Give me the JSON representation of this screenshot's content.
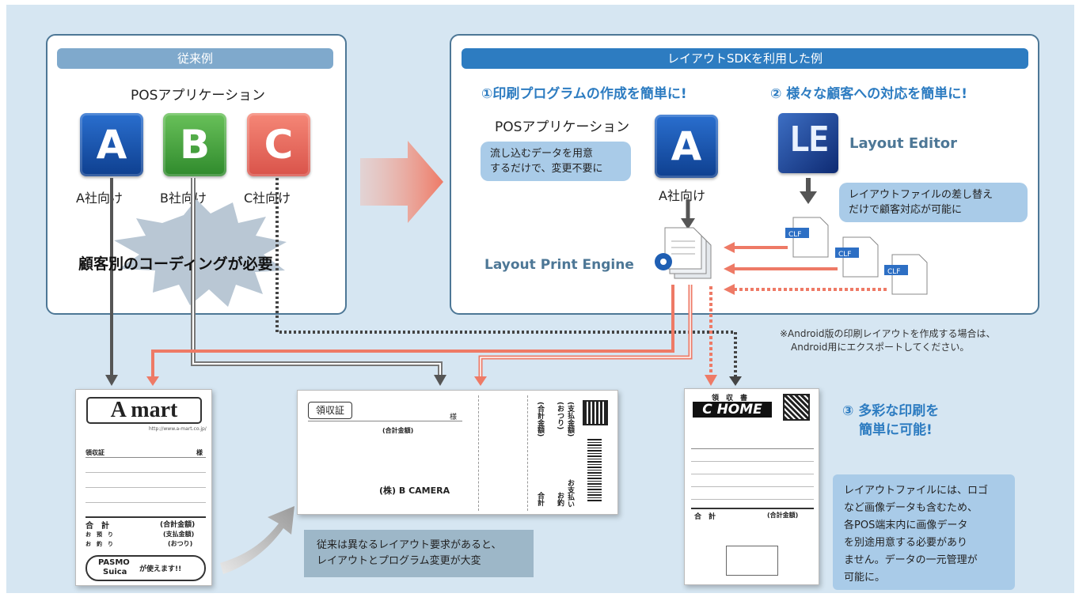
{
  "left_panel": {
    "header": "従来例",
    "app_label": "POSアプリケーション",
    "blocks": [
      {
        "letter": "A",
        "caption": "A社向け",
        "color": "#1e5cb8"
      },
      {
        "letter": "B",
        "caption": "B社向け",
        "color": "#45a83d"
      },
      {
        "letter": "C",
        "caption": "C社向け",
        "color": "#ee6a5c"
      }
    ],
    "burst_text": "顧客別のコーディングが必要"
  },
  "right_panel": {
    "header": "レイアウトSDKを利用した例",
    "point1": "①印刷プログラムの作成を簡単に!",
    "point2": "② 様々な顧客への対応を簡単に!",
    "app_label": "POSアプリケーション",
    "bubble1": [
      "流し込むデータを用意",
      "するだけで、変更不要に"
    ],
    "block": {
      "letter": "A",
      "caption": "A社向け"
    },
    "editor_label": "Layout Editor",
    "editor_icon_text": "LE",
    "bubble2": [
      "レイアウトファイルの差し替え",
      "だけで顧客対応が可能に"
    ],
    "engine_label": "Layout Print Engine",
    "clf_label": "CLF"
  },
  "note": [
    "※Android版の印刷レイアウトを作成する場合は、",
    "Android用にエクスポートしてください。"
  ],
  "receipt_a": {
    "logo": "A mart",
    "url": "http://www.a-mart.co.jp/",
    "title": "領収証",
    "sama": "様",
    "total_label": "合　計",
    "total_value": "(合計金額)",
    "paid_label": "お　預　り",
    "paid_value": "(支払金額)",
    "change_label": "お　釣　り",
    "change_value": "(おつり)",
    "badge_line1": "PASMO",
    "badge_line2": "Suica",
    "badge_text": "が使えます!!"
  },
  "receipt_b": {
    "title": "領収証",
    "sama": "様",
    "total": "(合計金額)",
    "company": "(株) B CAMERA",
    "vertical_total": "(合計金額)",
    "vertical_pay": "(支払金額)",
    "vertical_change": "(おつり)",
    "vertical_sum": "合計",
    "vertical_paid": "お支払い",
    "vertical_change2": "お釣"
  },
  "receipt_c": {
    "header": "領　収　書",
    "logo": "C HOME",
    "total_label": "合　計",
    "total_value": "(合計金額)"
  },
  "caption_box": [
    "従来は異なるレイアウト要求があると、",
    "レイアウトとプログラム変更が大変"
  ],
  "point3": [
    "③ 多彩な印刷を",
    "簡単に可能!"
  ],
  "info_box": [
    "レイアウトファイルには、ロゴ",
    "など画像データも含むため、",
    "各POS端末内に画像データ",
    "を別途用意する必要があり",
    "ません。データの一元管理が",
    "可能に。"
  ],
  "colors": {
    "background": "#d6e6f2",
    "header_left": "#7fa9cc",
    "header_right": "#2d7cc1",
    "accent_blue": "#2d7cc1",
    "arrow_red": "#ee7a66",
    "dark_line": "#555555"
  }
}
